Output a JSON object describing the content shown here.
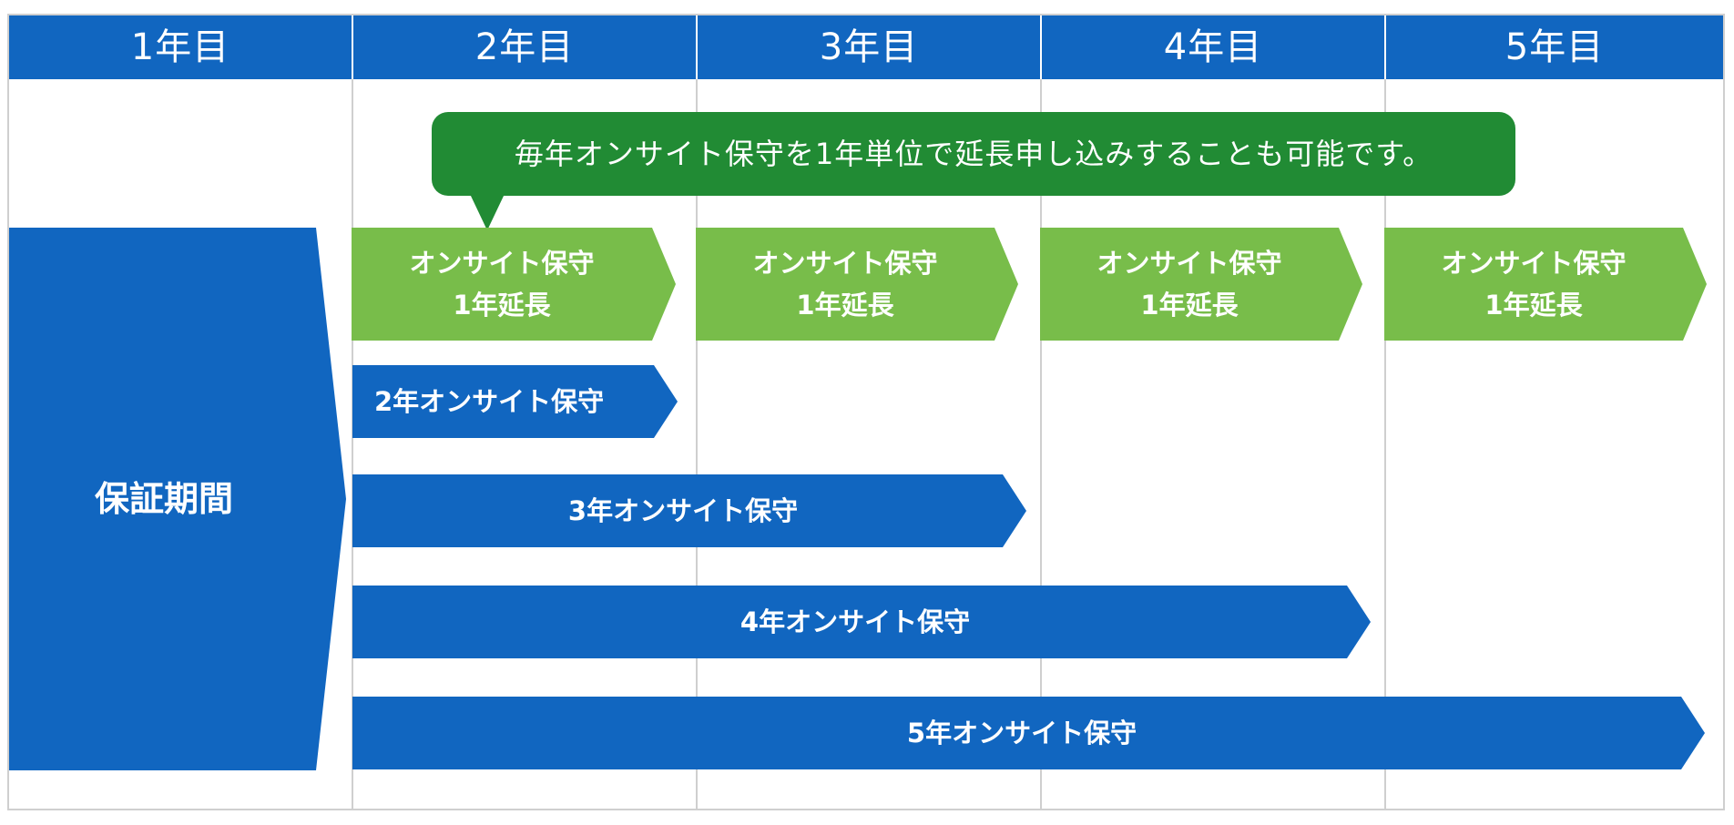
{
  "header": {
    "years": [
      "1年目",
      "2年目",
      "3年目",
      "4年目",
      "5年目"
    ]
  },
  "warranty": {
    "label": "保証期間"
  },
  "callout": {
    "text": "毎年オンサイト保守を1年単位で延長申し込みすることも可能です。"
  },
  "extensions": [
    {
      "line1": "オンサイト保守",
      "line2": "1年延長"
    },
    {
      "line1": "オンサイト保守",
      "line2": "1年延長"
    },
    {
      "line1": "オンサイト保守",
      "line2": "1年延長"
    },
    {
      "line1": "オンサイト保守",
      "line2": "1年延長"
    }
  ],
  "plans": [
    {
      "label": "2年オンサイト保守"
    },
    {
      "label": "3年オンサイト保守"
    },
    {
      "label": "4年オンサイト保守"
    },
    {
      "label": "5年オンサイト保守"
    }
  ],
  "colors": {
    "header_blue": "#1166c0",
    "plan_blue": "#1166c0",
    "extension_green": "#78bd4a",
    "callout_green": "#218b34",
    "grid_line": "#cfcfcf"
  }
}
